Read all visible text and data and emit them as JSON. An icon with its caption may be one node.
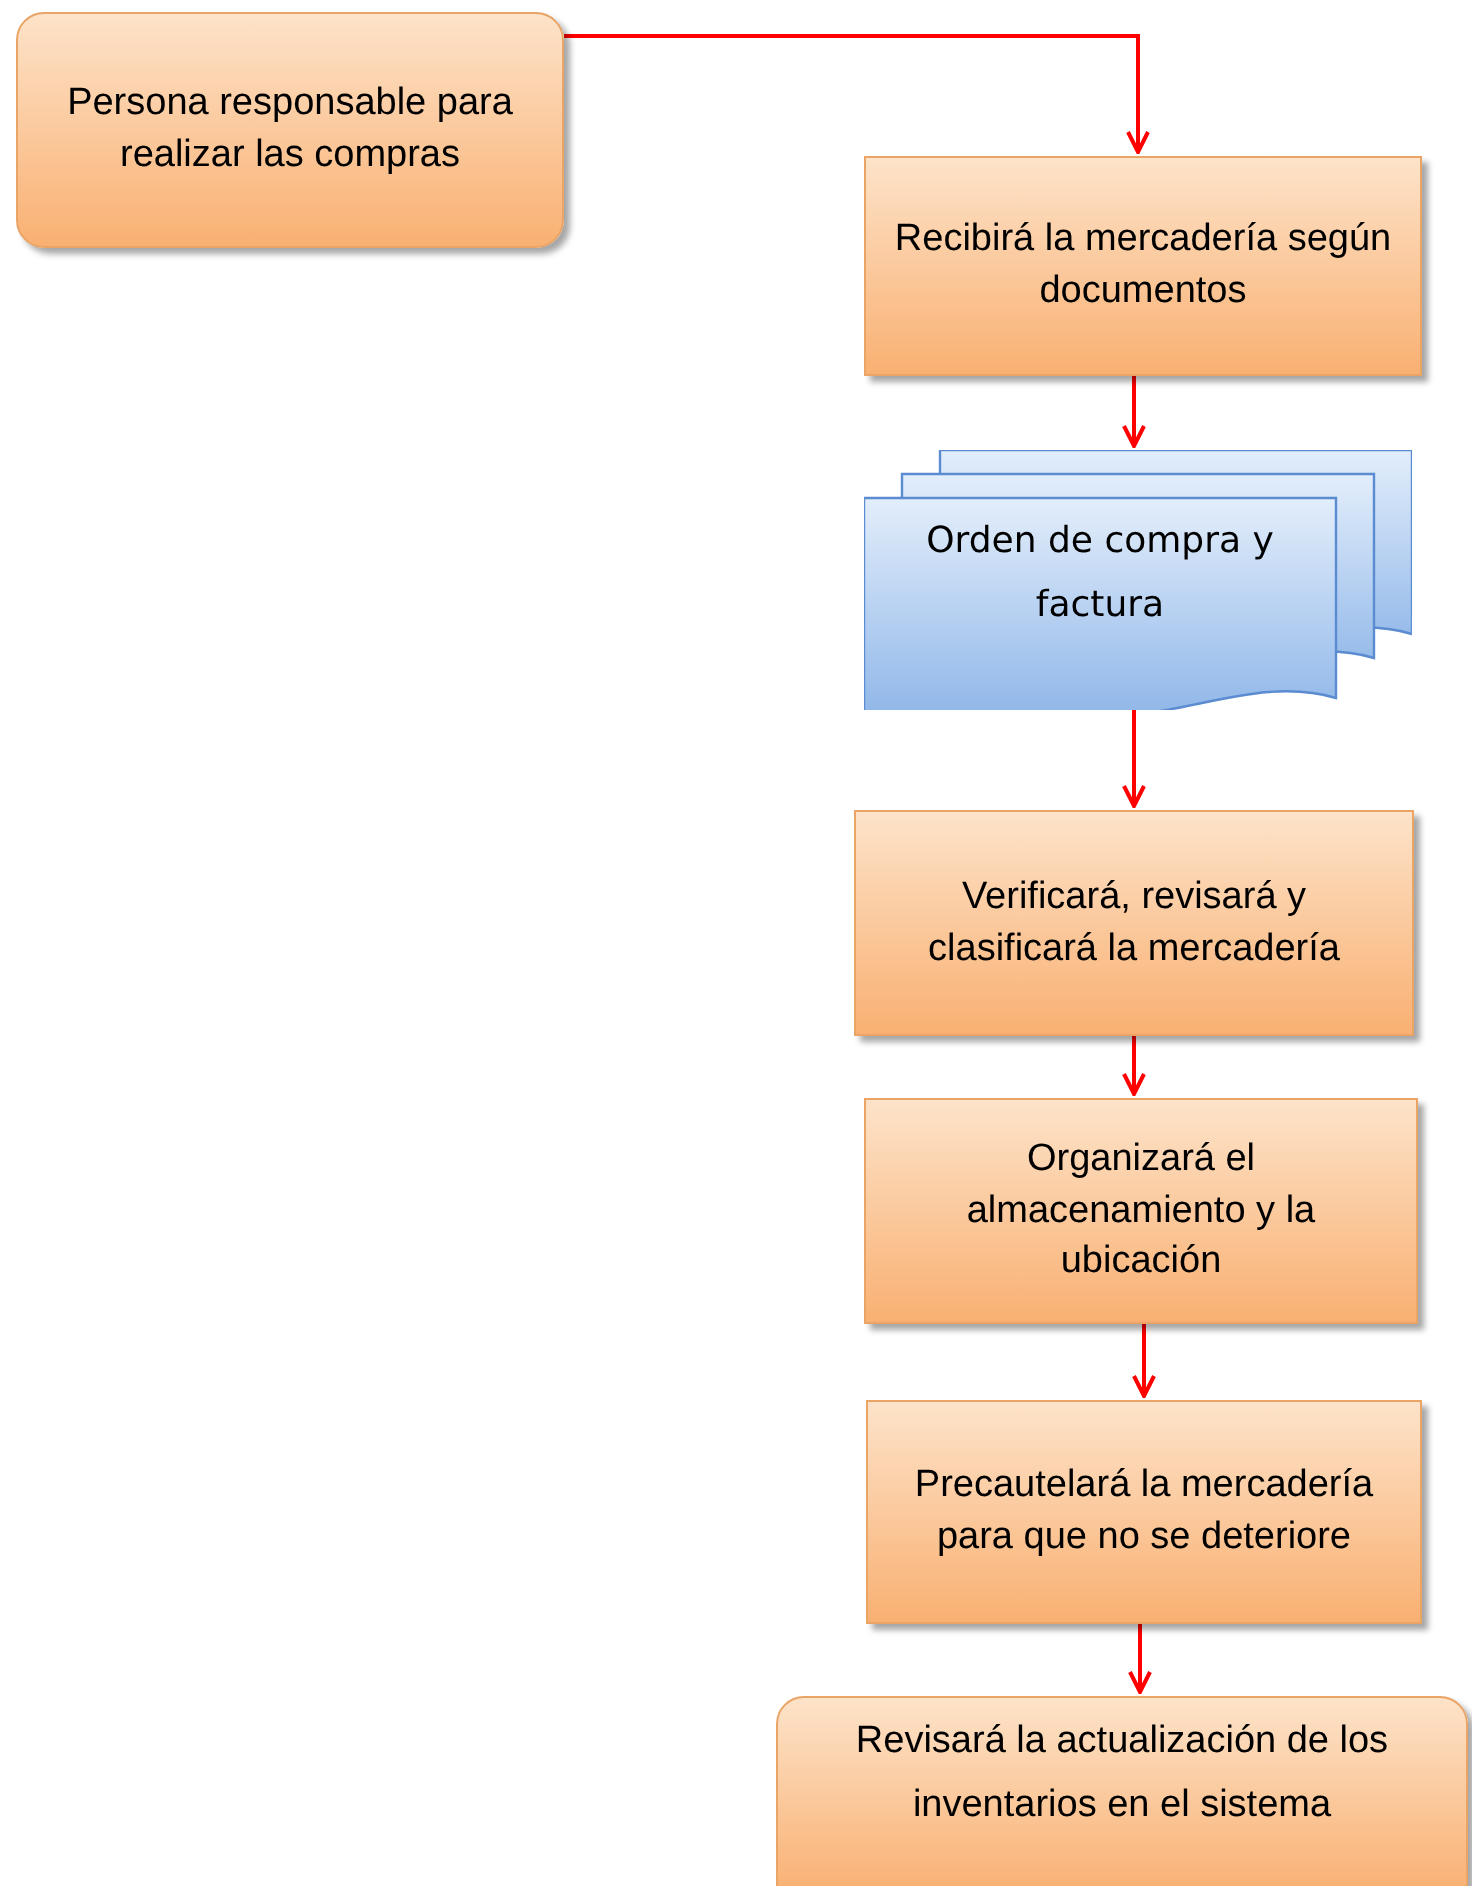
{
  "diagram": {
    "nodes": [
      {
        "text": [
          "Persona responsable para realizar las compras"
        ]
      },
      {
        "text": [
          "Recibirá la mercadería según documentos"
        ]
      },
      {
        "text": [
          "Orden de compra y factura"
        ]
      },
      {
        "text": [
          "Verificará, revisará y clasificará la mercadería"
        ]
      },
      {
        "text": [
          "Organizará el almacenamiento y la ubicación"
        ]
      },
      {
        "text": [
          "Precautelará la mercadería para que no se deteriore"
        ]
      },
      {
        "text": [
          "Revisará la actualización de los inventarios en el sistema"
        ]
      }
    ],
    "edges": [
      {
        "from": 0,
        "to": 1,
        "arrow": "to"
      },
      {
        "from": 1,
        "to": 2,
        "arrow": "to"
      },
      {
        "from": 2,
        "to": 3,
        "arrow": "to"
      },
      {
        "from": 3,
        "to": 4,
        "arrow": "to"
      },
      {
        "from": 4,
        "to": 5,
        "arrow": "to"
      },
      {
        "from": 5,
        "to": 6,
        "arrow": "to"
      }
    ]
  }
}
